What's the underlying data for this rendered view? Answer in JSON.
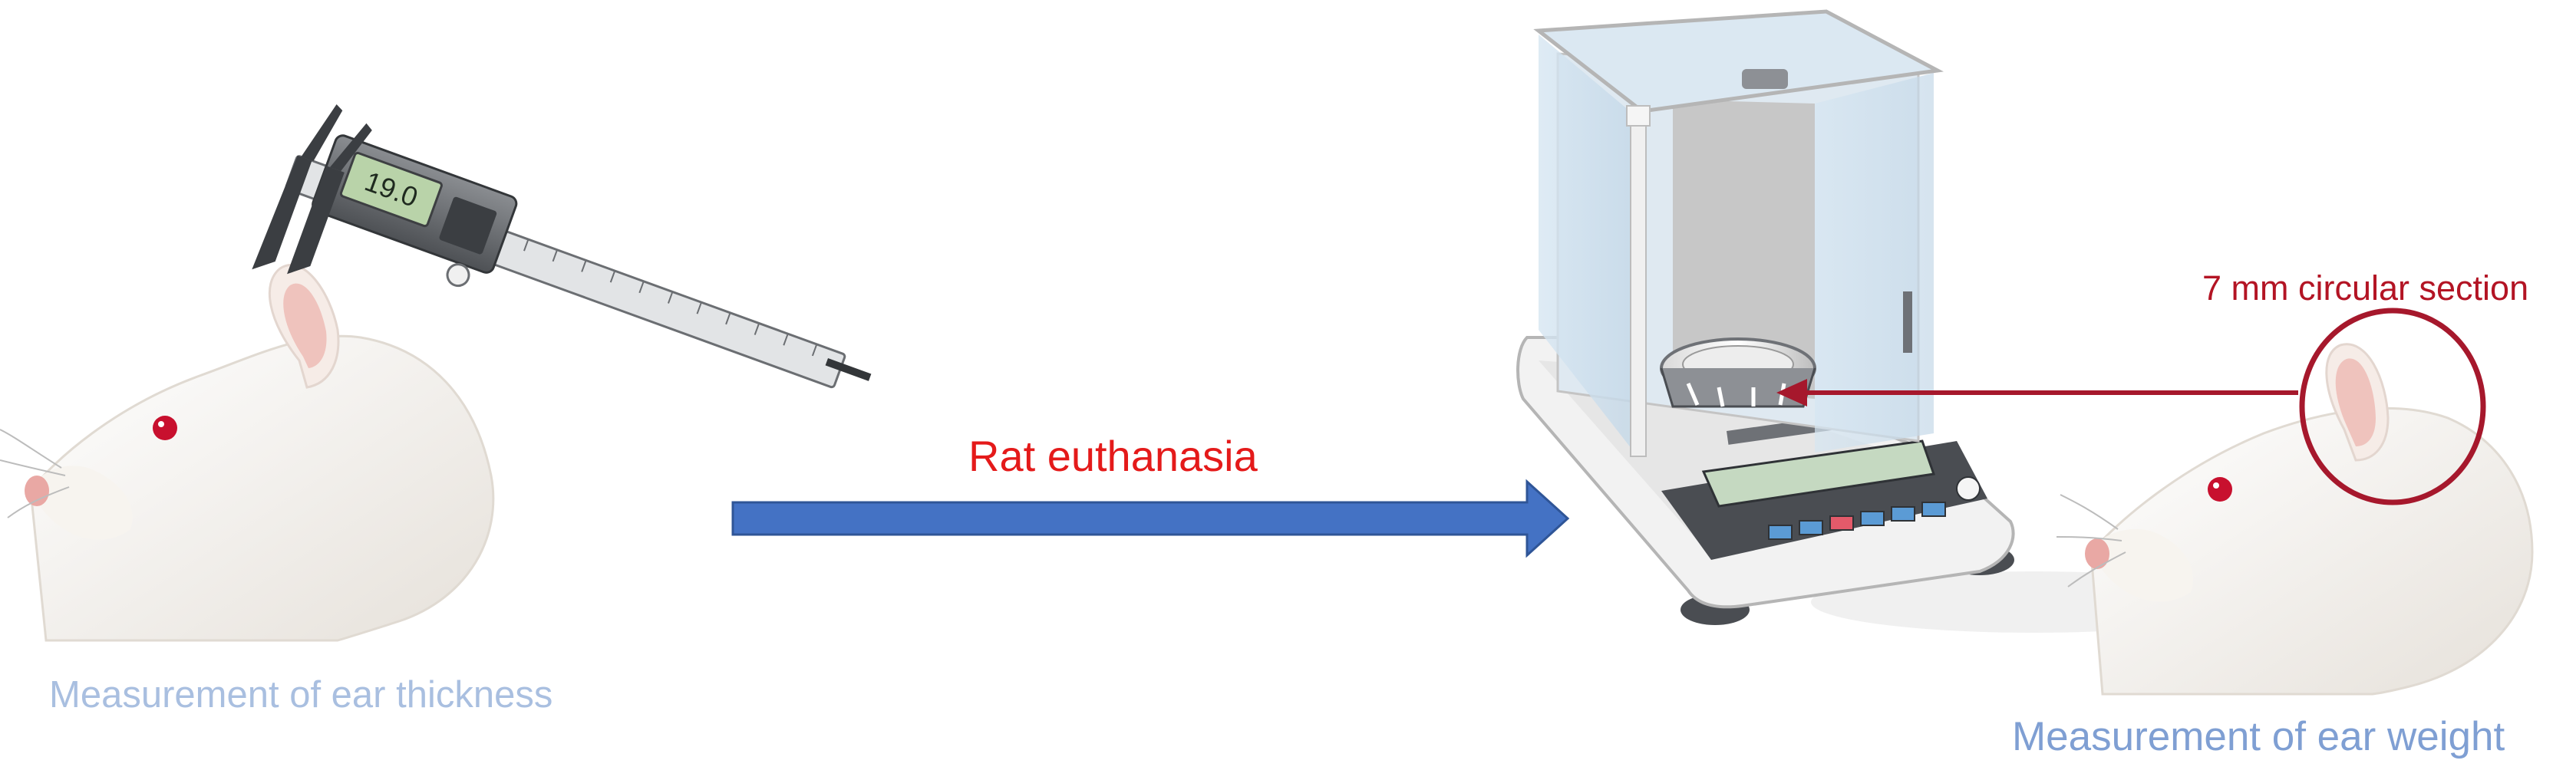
{
  "labels": {
    "left_caption": "Measurement of ear thickness",
    "right_caption": "Measurement of ear weight",
    "step": "Rat euthanasia",
    "section": "7 mm circular section",
    "caliper_reading": "19.0"
  },
  "colors": {
    "flow_arrow": "#4472c4",
    "flow_arrow_outline": "#2f5597",
    "step_text": "#e41a1a",
    "pointer_arrow": "#a6182c",
    "caption_left": "#a9bfe0",
    "caption_right": "#7f9fd3",
    "rat_fur": "#f2efea",
    "rat_ear": "#efc3bd",
    "rat_eye": "#c8102e"
  }
}
